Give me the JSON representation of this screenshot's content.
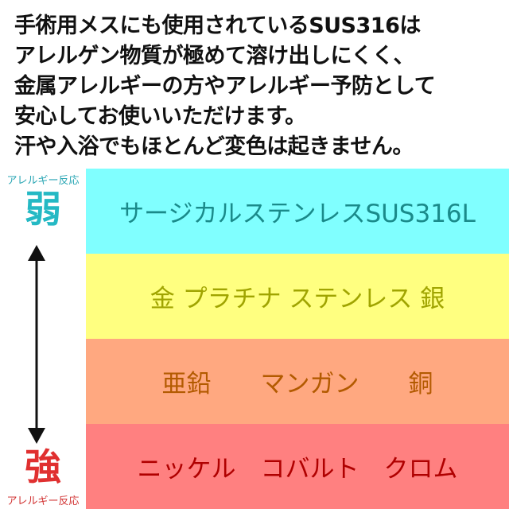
{
  "intro": {
    "lines": [
      "手術用メスにも使用されているSUS316は",
      "アレルゲン物質が極めて溶け出しにくく、",
      "金属アレルギーの方やアレルギー予防として",
      "安心してお使いいただけます。",
      "汗や入浴でもほとんど変色は起きません。"
    ]
  },
  "scale": {
    "top_label": "アレルギー反応",
    "weak_kanji": "弱",
    "strong_kanji": "強",
    "bottom_label": "アレルギー反応"
  },
  "bands": [
    {
      "text": "サージカルステンレスSUS316L",
      "bg": "#80ffff",
      "color": "#1a8a8a"
    },
    {
      "text": "金 プラチナ ステンレス 銀",
      "bg": "#ffff80",
      "color": "#a0a400"
    },
    {
      "text": "亜鉛　　マンガン　　銅",
      "bg": "#ffa880",
      "color": "#b35a00"
    },
    {
      "text": "ニッケル　コバルト　クロム",
      "bg": "#ff8080",
      "color": "#b00000"
    }
  ]
}
